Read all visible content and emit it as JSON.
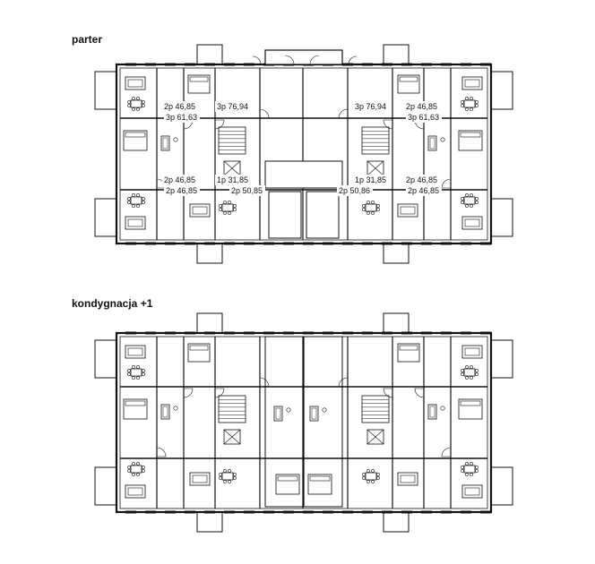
{
  "plans": [
    {
      "title": "parter",
      "units": [
        "3p 61,63",
        "3p 61,63",
        "2p 46,85",
        "2p 50,85",
        "2p 50,86",
        "2p 46,85"
      ]
    },
    {
      "title": "kondygnacja +1",
      "units": [
        "2p 46,85",
        "3p 76,94",
        "3p 76,94",
        "2p 46,85",
        "2p 46,85",
        "1p 31,85",
        "1p 31,85",
        "2p 46,85"
      ]
    }
  ]
}
